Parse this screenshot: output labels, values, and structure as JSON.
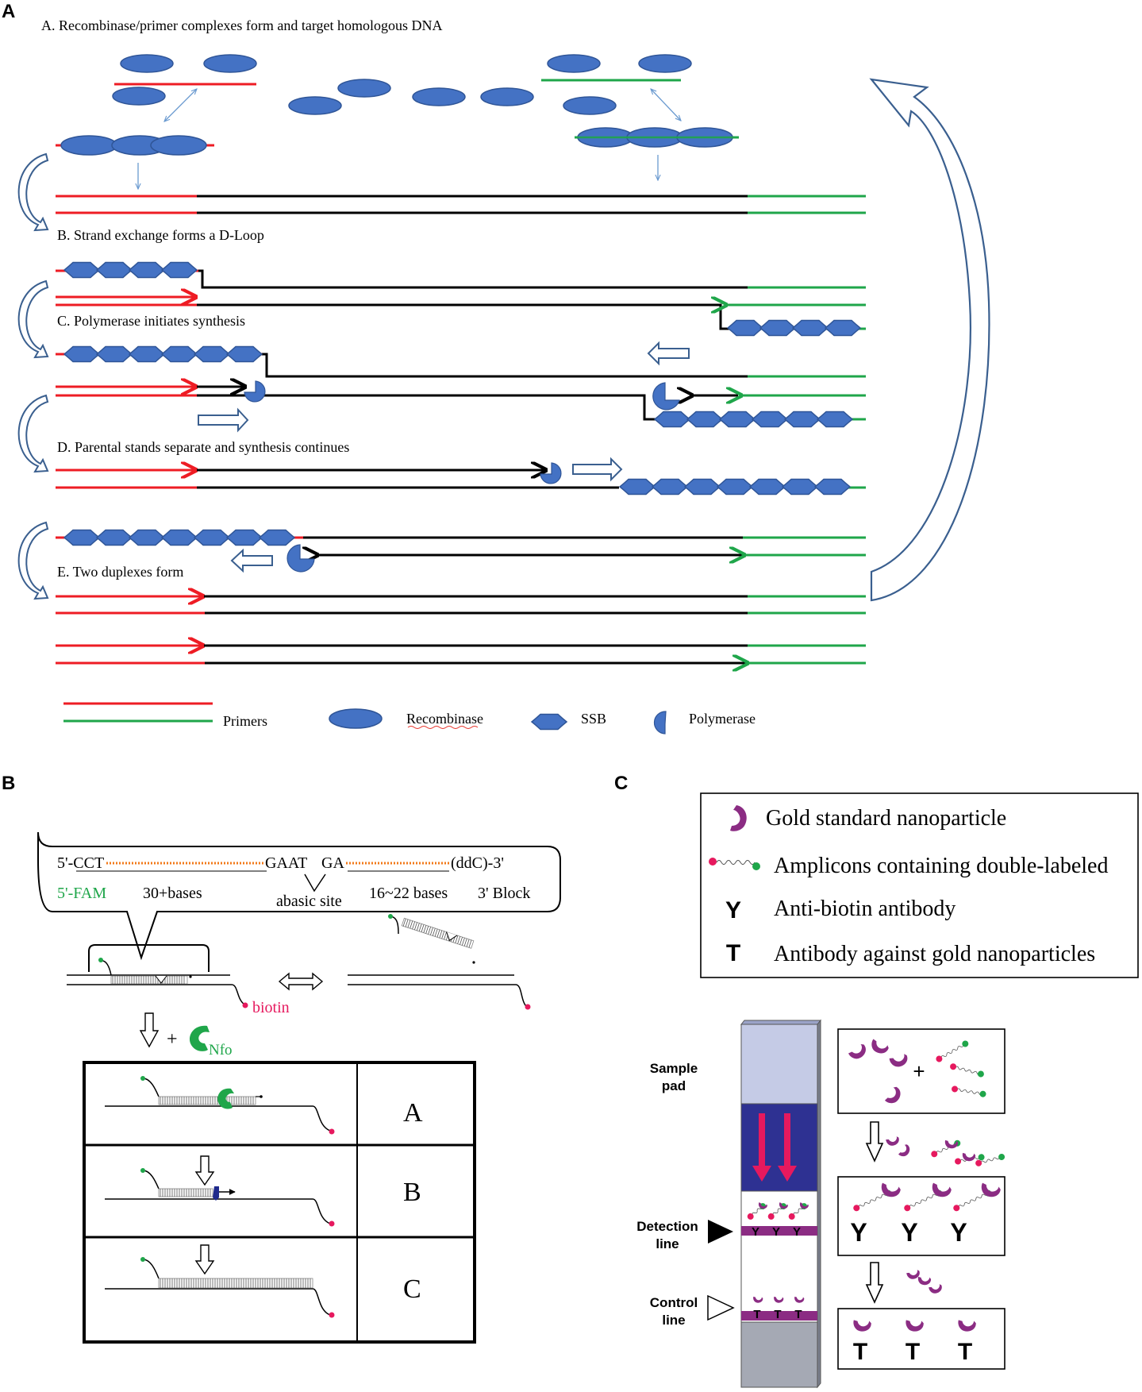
{
  "panels": {
    "A": {
      "letter": "A",
      "steps": [
        "A. Recombinase/primer complexes form and target homologous DNA",
        "B. Strand exchange forms a D-Loop",
        "C. Polymerase initiates synthesis",
        "D. Parental stands separate and synthesis continues",
        "E. Two duplexes form"
      ],
      "legend": {
        "primers": "Primers",
        "recombinase": "Recombinase",
        "ssb": "SSB",
        "polymerase": "Polymerase"
      }
    },
    "B": {
      "letter": "B",
      "probe": {
        "seq_left": "5'-CCT",
        "seq_mid1": "GAAT",
        "seq_mid2": "GA",
        "seq_right": "(ddC)-3'",
        "fam": "5'-FAM",
        "bases1": "30+bases",
        "abasic": "abasic site",
        "bases2": "16~22 bases",
        "block": "3' Block"
      },
      "biotin": "biotin",
      "plus": "+",
      "nfo": "Nfo",
      "rows": [
        "A",
        "B",
        "C"
      ]
    },
    "C": {
      "letter": "C",
      "legend": [
        "Gold standard nanoparticle",
        "Amplicons containing double-labeled",
        "Anti-biotin antibody",
        "Antibody against gold nanoparticles"
      ],
      "legend_symbols": [
        "Y",
        "T"
      ],
      "strip_labels": {
        "sample1": "Sample",
        "sample2": "pad",
        "det1": "Detection",
        "det2": "line",
        "ctrl1": "Control",
        "ctrl2": "line"
      },
      "plus": "+",
      "Y": "Y",
      "T": "T"
    }
  },
  "colors": {
    "red": "#ee1c24",
    "green": "#1fa64a",
    "blob": "#4472c4",
    "blob_edge": "#2f5597",
    "arrow_outline": "#3a5f8f",
    "purple": "#8b2c83",
    "strip_blue": "#2e3192",
    "pad_light": "#c5cbe6",
    "pad_grey": "#a5a9b4",
    "fam_green": "#1fa64a",
    "biotin_pink": "#e6195e",
    "orange": "#f27a1a"
  }
}
